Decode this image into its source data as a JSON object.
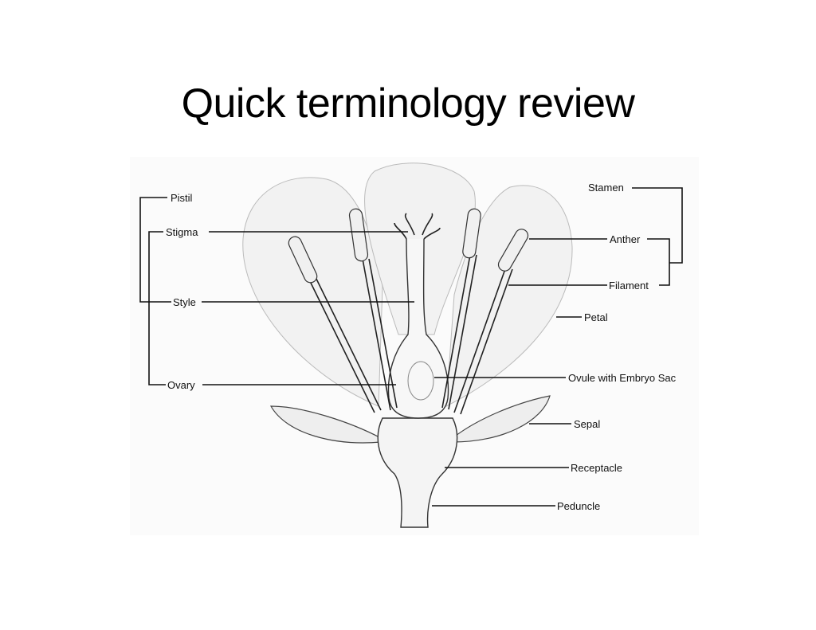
{
  "slide": {
    "title": "Quick terminology review"
  },
  "diagram": {
    "subject": "Flower cross-section",
    "labels": {
      "pistil": "Pistil",
      "stigma": "Stigma",
      "style": "Style",
      "ovary": "Ovary",
      "stamen": "Stamen",
      "anther": "Anther",
      "filament": "Filament",
      "petal": "Petal",
      "ovule": "Ovule with Embryo Sac",
      "sepal": "Sepal",
      "receptacle": "Receptacle",
      "peduncle": "Peduncle"
    },
    "groups": {
      "pistil": [
        "Stigma",
        "Style",
        "Ovary"
      ],
      "stamen": [
        "Anther",
        "Filament"
      ]
    }
  }
}
